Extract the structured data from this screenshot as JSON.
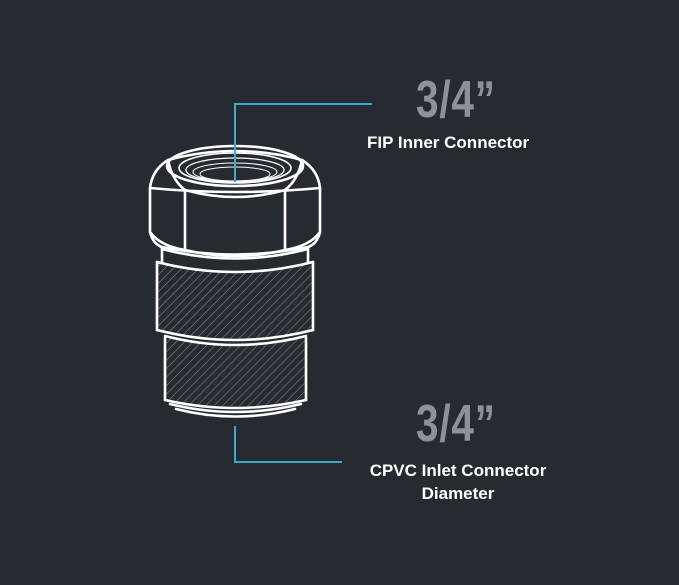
{
  "callouts": {
    "top": {
      "size": "3/4”",
      "label": "FIP Inner Connector"
    },
    "bottom": {
      "size": "3/4”",
      "label_line1": "CPVC Inlet Connector",
      "label_line2": "Diameter"
    }
  },
  "colors": {
    "background": "#262a31",
    "outline": "#ffffff",
    "callout_line": "#3fa9c9",
    "size_text": "#8d9299",
    "caption_text": "#ffffff"
  }
}
